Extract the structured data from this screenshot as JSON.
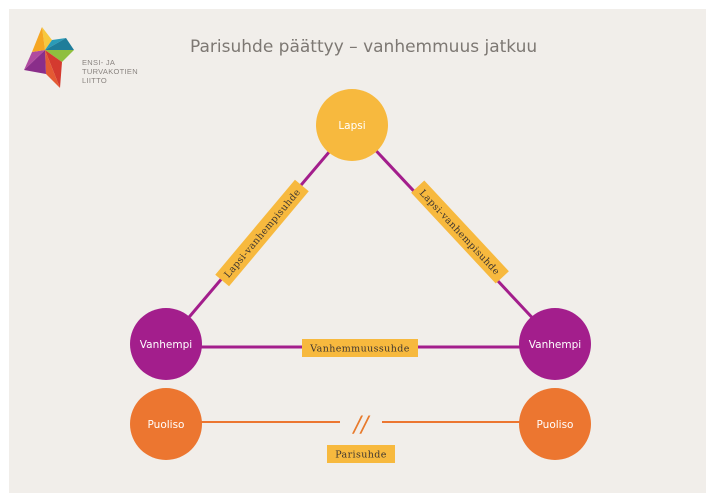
{
  "logo": {
    "lines": [
      "ENSI- JA",
      "TURVAKOTIEN",
      "LIITTO"
    ]
  },
  "title": "Parisuhde päättyy – vanhemmuus jatkuu",
  "nodes": {
    "child": "Lapsi",
    "parent_left": "Vanhempi",
    "parent_right": "Vanhempi",
    "spouse_left": "Puoliso",
    "spouse_right": "Puoliso"
  },
  "relations": {
    "child_parent_left": "Lapsi-vanhempisuhde",
    "child_parent_right": "Lapsi-vanhempisuhde",
    "parenthood": "Vanhemmuussuhde",
    "partnership": "Parisuhde",
    "break_symbol": "//"
  },
  "colors": {
    "child": "#f7b93e",
    "parent": "#a31e8c",
    "spouse": "#ec7630",
    "tag": "#f7b93e",
    "line_purple": "#a31e8c",
    "line_orange": "#ec7630",
    "background": "#f1eeea"
  }
}
